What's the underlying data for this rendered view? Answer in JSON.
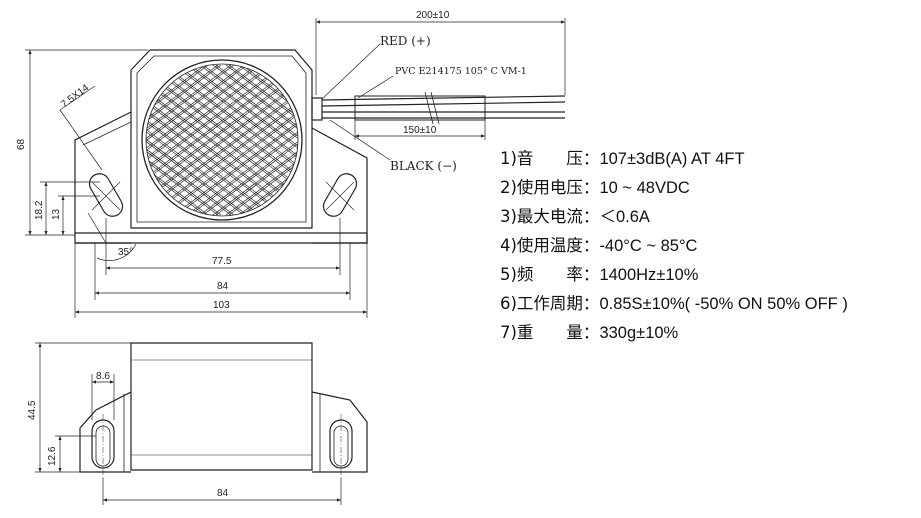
{
  "labels": {
    "red": "RED (+)",
    "black": "BLACK (−)",
    "pvc": "PVC E214175 105° C VM-1"
  },
  "dimensions": {
    "total_length": "200±10",
    "sleeve_length": "150±10",
    "height": "68",
    "slot": "7.5X14",
    "h182": "18.2",
    "h13": "13",
    "angle": "35°",
    "w775": "77.5",
    "w84_top": "84",
    "w103": "103",
    "w86": "8.6",
    "h445": "44.5",
    "h126": "12.6",
    "w84_bottom": "84"
  },
  "specs": [
    {
      "key": "1)音　　压：",
      "value": "107±3dB(A) AT 4FT"
    },
    {
      "key": "2)使用电压：",
      "value": "10 ~ 48VDC"
    },
    {
      "key": "3)最大电流：",
      "value": "＜0.6A"
    },
    {
      "key": "4)使用温度：",
      "value": "-40°C ~  85°C"
    },
    {
      "key": "5)频　　率：",
      "value": "1400Hz±10%"
    },
    {
      "key": "6)工作周期：",
      "value": "0.85S±10%( -50% ON 50% OFF )"
    },
    {
      "key": "7)重　　量：",
      "value": "330g±10%"
    }
  ]
}
